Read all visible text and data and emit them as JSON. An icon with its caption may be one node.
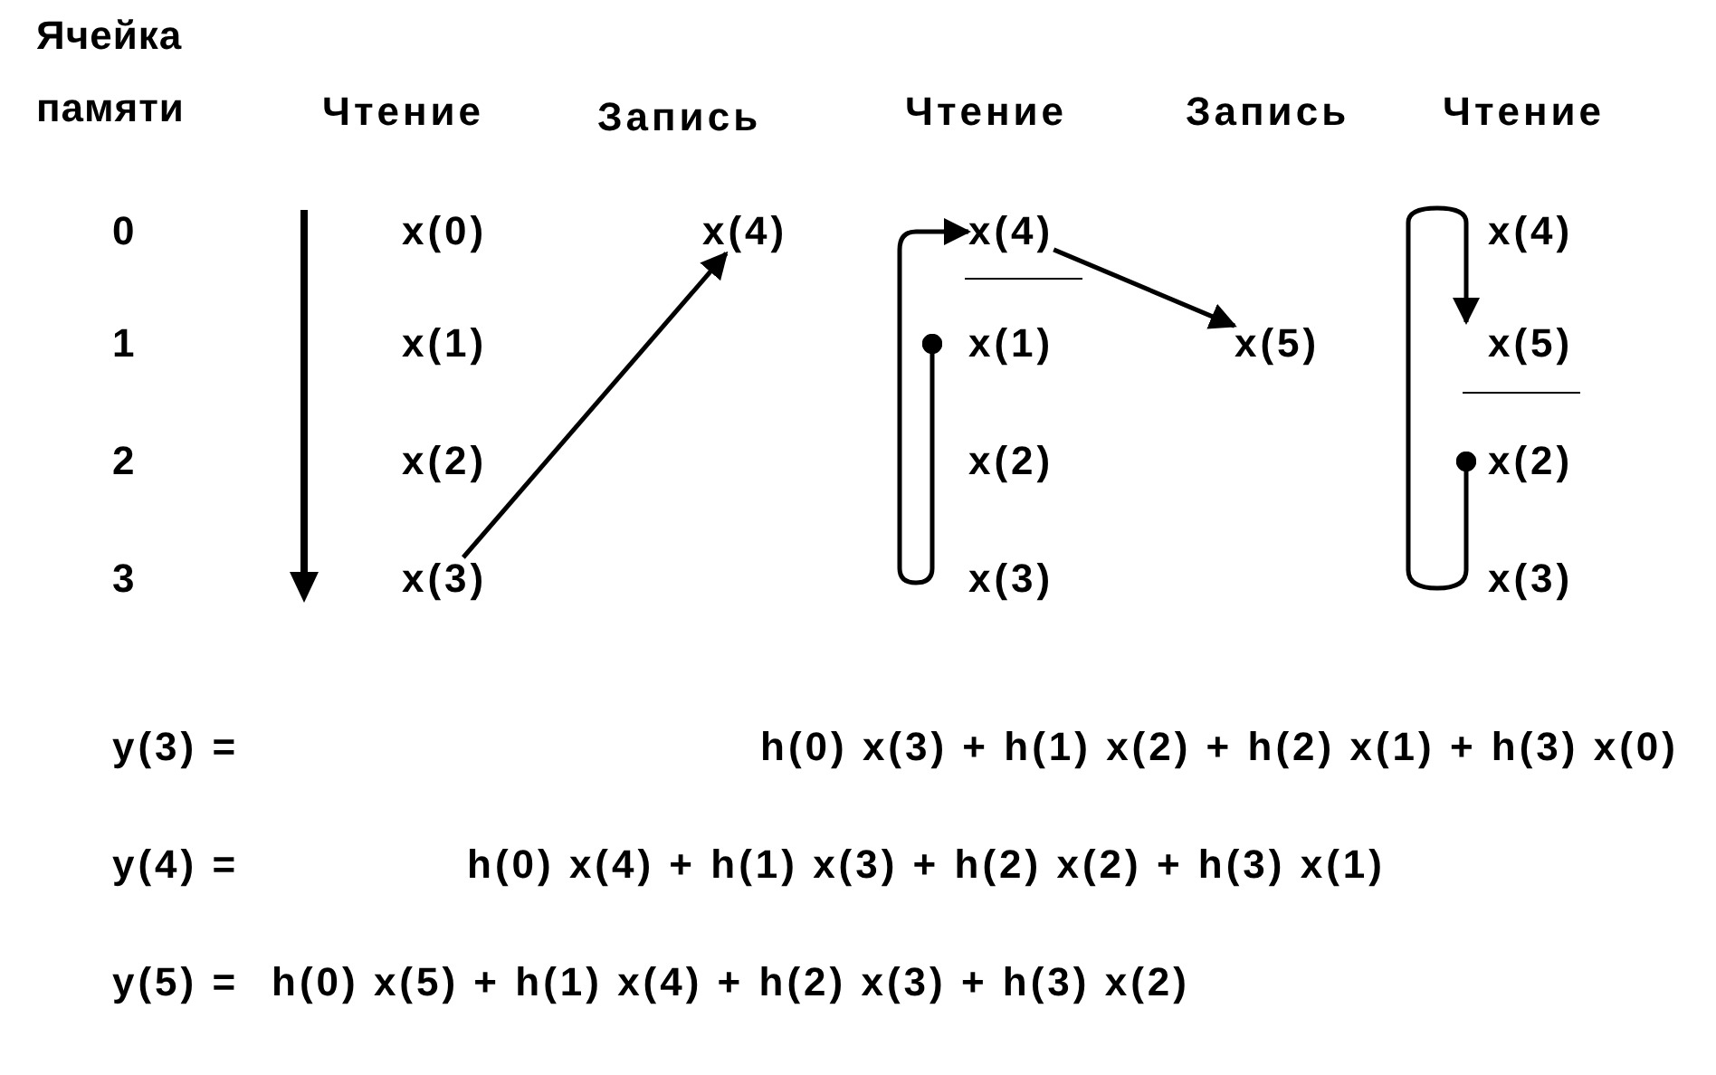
{
  "diagram": {
    "nodes": [
      {
        "text": [
          "x(0)"
        ]
      },
      {
        "text": [
          "x(4)"
        ]
      },
      {
        "text": [
          "x(4)"
        ]
      },
      {
        "text": [
          "x(4)"
        ]
      },
      {
        "text": [
          "x(1)"
        ]
      },
      {
        "text": [
          "x(1)"
        ]
      },
      {
        "text": [
          "x(5)"
        ]
      },
      {
        "text": [
          "x(5)"
        ]
      },
      {
        "text": [
          "x(2)"
        ]
      },
      {
        "text": [
          "x(2)"
        ]
      },
      {
        "text": [
          "x(2)"
        ]
      },
      {
        "text": [
          "x(3)"
        ]
      },
      {
        "text": [
          "x(3)"
        ]
      },
      {
        "text": [
          "x(3)"
        ]
      }
    ],
    "edges": [
      {
        "from": 11,
        "to": 1,
        "arrow": "to"
      },
      {
        "from": 2,
        "to": 6,
        "arrow": "to"
      },
      {
        "from": 5,
        "to": 2,
        "arrow": "to"
      },
      {
        "from": 10,
        "to": 7,
        "arrow": "to"
      }
    ],
    "labels": [
      "Ячейка памяти",
      "Чтение",
      "Запись",
      "Чтение",
      "Запись",
      "Чтение",
      "0",
      "1",
      "2",
      "3",
      "y(3) =",
      "h(0) x(3) + h(1) x(2) + h(2) x(1) + h(3) x(0)",
      "y(4) =",
      "h(0) x(4) + h(1) x(3) + h(2) x(2) + h(3) x(1)",
      "y(5) =",
      "h(0) x(5) + h(1) x(4) + h(2) x(3) + h(3) x(2)"
    ]
  }
}
